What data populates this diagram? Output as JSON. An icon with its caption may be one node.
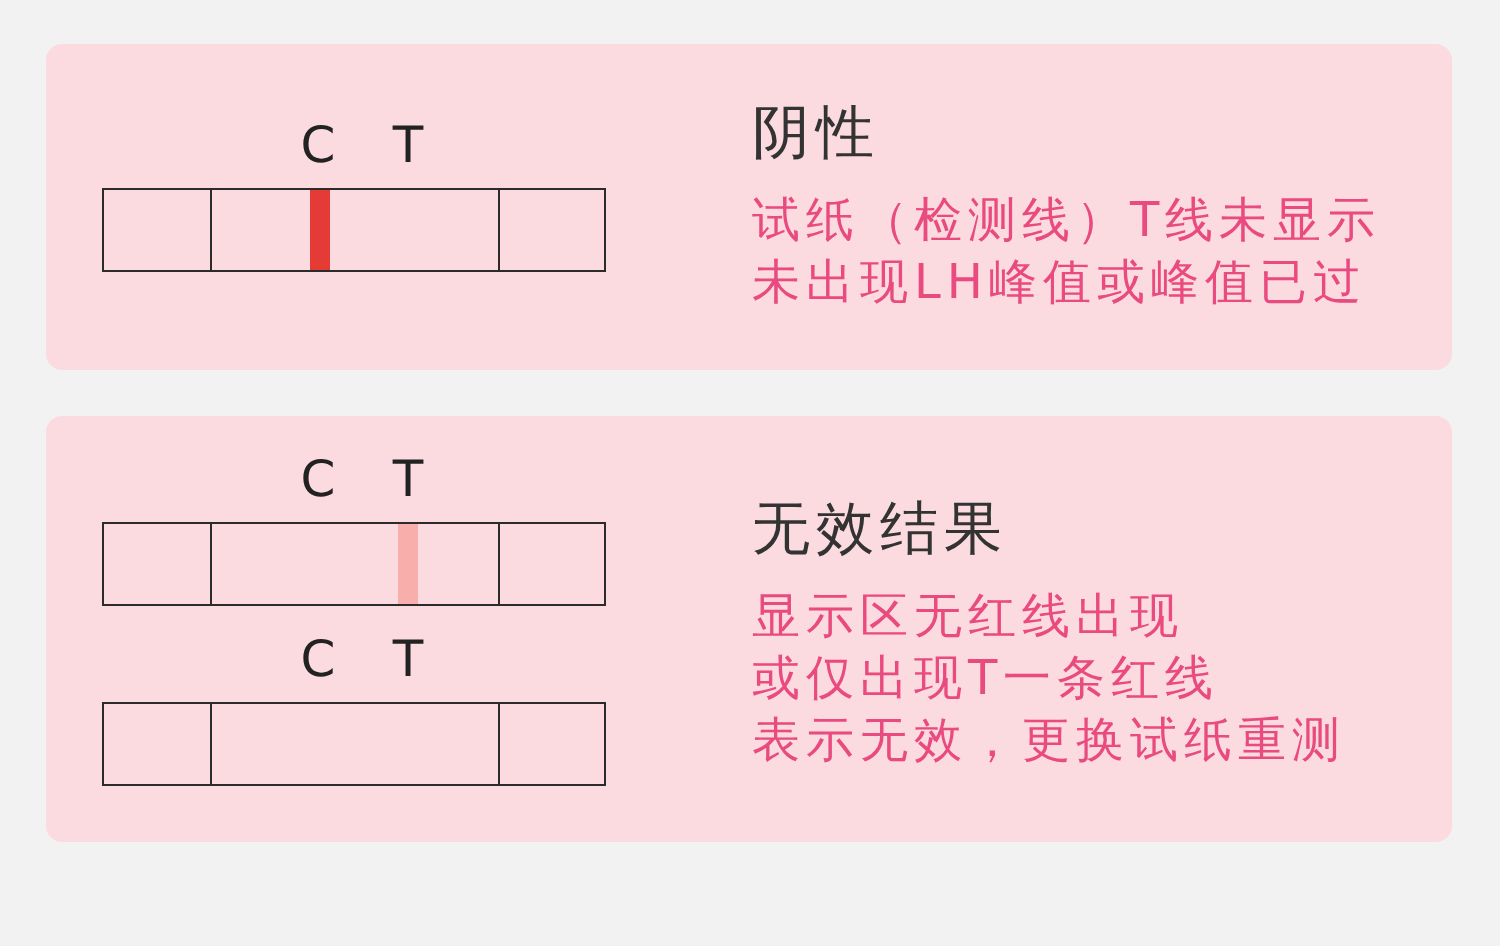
{
  "diagram": {
    "nodes": [
      {
        "text": [
          "阴性",
          "试纸（检测线）T线未显示",
          "未出现LH峰值或峰值已过"
        ]
      },
      {
        "text": [],
        "shape": "bar",
        "in": 0,
        "beside": [
          "C",
          "T"
        ]
      },
      {
        "text": [
          "无效结果",
          "显示区无红线出现",
          "或仅出现T一条红线",
          "表示无效，更换试纸重测"
        ]
      },
      {
        "text": [],
        "shape": "bar",
        "in": 2,
        "beside": [
          "C",
          "T"
        ]
      },
      {
        "text": [],
        "shape": "bar",
        "in": 2,
        "beside": [
          "C",
          "T"
        ]
      }
    ]
  }
}
